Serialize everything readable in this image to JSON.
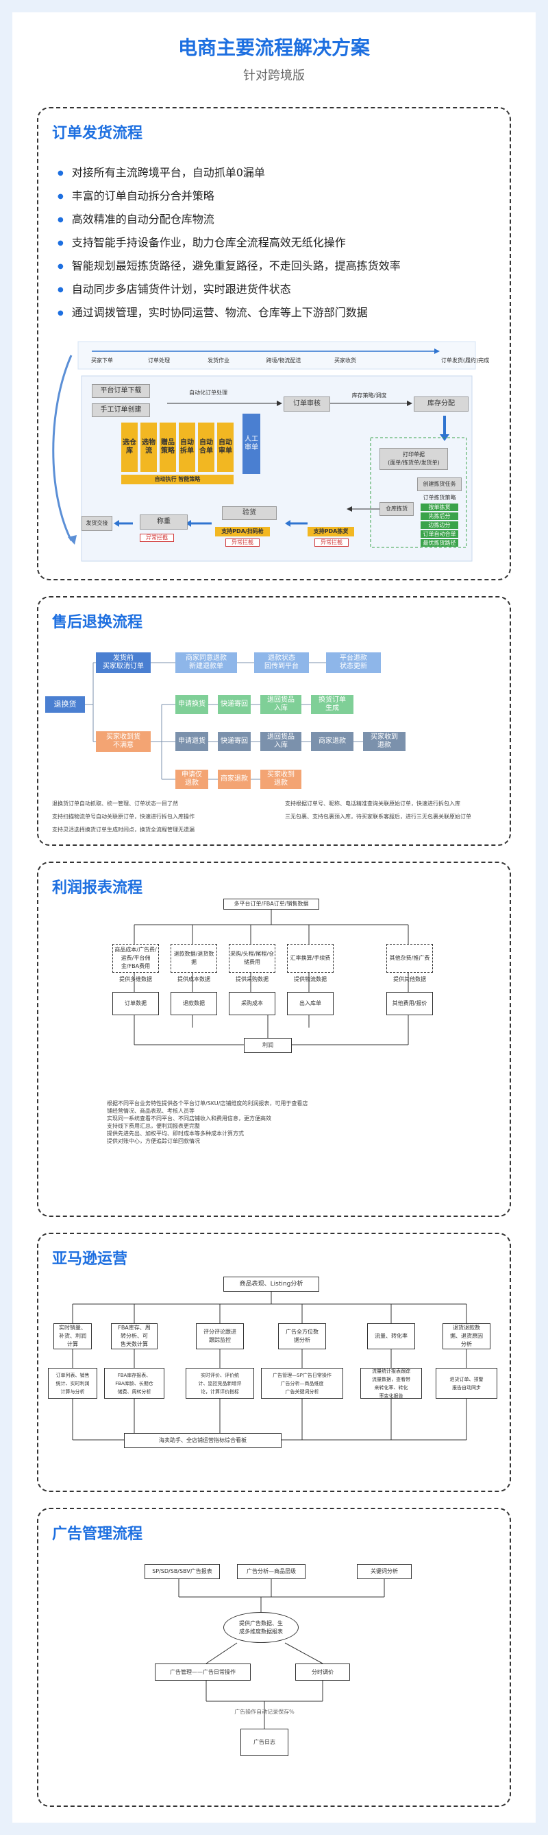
{
  "header": {
    "title": "电商主要流程解决方案",
    "subtitle": "针对跨境版"
  },
  "colors": {
    "accent": "#1d6fe0",
    "background": "#e9f1fb"
  },
  "order": {
    "title": "订单发货流程",
    "bullets": [
      "对接所有主流跨境平台，自动抓单0漏单",
      "丰富的订单自动拆分合并策略",
      "高效精准的自动分配仓库物流",
      "支持智能手持设备作业，助力仓库全流程高效无纸化操作",
      "智能规划最短拣货路径，避免重复路径，不走回头路，提高拣货效率",
      "自动同步多店铺货件计划，实时跟进货件状态",
      "通过调拨管理，实时协同运营、物流、仓库等上下游部门数据"
    ],
    "top_flow": [
      "买家下单",
      "订单处理",
      "发货作业",
      "跨境/物流配送",
      "买家收货",
      "订单发货(履约)完成"
    ],
    "platform_download": "平台订单下载",
    "manual_create": "手工订单创建",
    "auto_process": "自动化订单处理",
    "order_audit": "订单审核",
    "stock_strategy": "库存策略/调度",
    "stock_allocation": "库存分配",
    "strategies": [
      "选仓库",
      "选物流",
      "赠品策略",
      "自动拆单",
      "自动合单",
      "自动审单"
    ],
    "manual_audit": "人工审单",
    "auto_exec": "自动执行 智能策略",
    "print_labels": "打印单据\n(面单/拣货单/发货单)",
    "create_pick": "创建拣货任务",
    "pick_strategy": "订单拣货策略",
    "pick_list": [
      "按单拣货",
      "先拣后分",
      "边拣边分",
      "订单自动合单",
      "最优拣货路径"
    ],
    "warehouse_pick": "仓库拣货",
    "pda_pick": "支持PDA拣货",
    "inspect": "验货",
    "pda_inspect": "支持PDA/扫码枪",
    "weigh": "称重",
    "ship": "发货交接",
    "exception": "异常拦截"
  },
  "after_sales": {
    "title": "售后退换流程",
    "root": "退换货",
    "branch1": "发货前\n买家取消订单",
    "branch2": "买家收到货\n不满意",
    "row1": [
      "商家同意退款\n新建退款单",
      "退款状态\n回传到平台",
      "平台退款\n状态更新"
    ],
    "row2": [
      "申请换货",
      "快递寄回",
      "退回货品\n入库",
      "换货订单\n生成"
    ],
    "row3": [
      "申请退货",
      "快递寄回",
      "退回货品\n入库",
      "商家退款",
      "买家收到\n退款"
    ],
    "row4": [
      "申请仅\n退款",
      "商家退款",
      "买家收到\n退款"
    ],
    "notes_left": [
      "退换货订单自动抓取、统一管理、订单状态一目了然",
      "支持扫描物流单号自动关联原订单，快速进行拆包入库操作",
      "支持灵活选择换货订单生成时间点，换货全流程管理无遗漏"
    ],
    "notes_right": [
      "支持根据订单号、昵称、电话精准查询关联原始订单，快速进行拆包入库",
      "三无包裹、支持包裹预入库，待买家联系客服后，进行三无包裹关联原始订单"
    ]
  },
  "profit": {
    "title": "利润报表流程",
    "top": "多平台订单/FBA订单/销售数据",
    "level2": [
      "商品成本/广告费/运费/平台佣金/FBA费用",
      "退款数据/退货数据",
      "采购/头程/尾程/仓储费用",
      "汇率换算/手续费",
      "其他杂费/推广费"
    ],
    "level3": [
      "订单数据",
      "退款数据",
      "采购成本",
      "出入库单",
      "其他费用/报价"
    ],
    "mid_labels": [
      "提供多维数据",
      "提供成本数据",
      "提供采购数据",
      "提供物流数据",
      "提供其他数据"
    ],
    "bottom": "利润",
    "notes": [
      "根据不同平台业务特性提供各个平台订单/SKU/店铺维度的利润报表，可用于查看店",
      "铺经营情况、商品表现、考核人员等",
      "实现同一系统查看不同平台、不同店铺收入和费用信息，更方便高效",
      "支持线下费用汇总，便利润报表更完整",
      "提供先进先出、加权平均、即时成本等多种成本计算方式",
      "提供对账中心，方便追踪订单回款情况"
    ]
  },
  "amazon": {
    "title": "亚马逊运营",
    "top": "商品表现、Listing分析",
    "level2": [
      "实时销量、\n补货、利润\n计算",
      "FBA库存、周\n转分析、可\n售天数计算",
      "评分评论跟进\n跟踪监控",
      "广告全方位数\n据分析",
      "流量、转化率",
      "退货退款数\n据、退货原因\n分析"
    ],
    "level3": [
      "订单列表、销售\n统计、实时利润\n计算与分析",
      "FBA库存报表、\nFBA库龄、长期仓\n储费、周转分析",
      "实时评价、评价统\n计、监控竞品新增评\n论，计算评价指标",
      "广告管理—SP广告日常操作\n广告分析—商品维度\n广告关键词分析",
      "流量统计报表跟踪\n流量数据，查看带\n来转化率、转化\n率变化报告",
      "退货订单、预警\n报告自动同步"
    ],
    "bottom": "海卖助手、全店铺运营指标综合看板"
  },
  "ads": {
    "title": "广告管理流程",
    "top": [
      "SP/SD/SB/SBV广告报表",
      "广告分析—商品层级",
      "关键词分析"
    ],
    "mid": "提供广告数据、生\n成多维度数据报表",
    "left": "广告管理——广告日常操作",
    "right": "分时调价",
    "note": "广告操作自动记录保存%",
    "bottom": "广告日志"
  }
}
